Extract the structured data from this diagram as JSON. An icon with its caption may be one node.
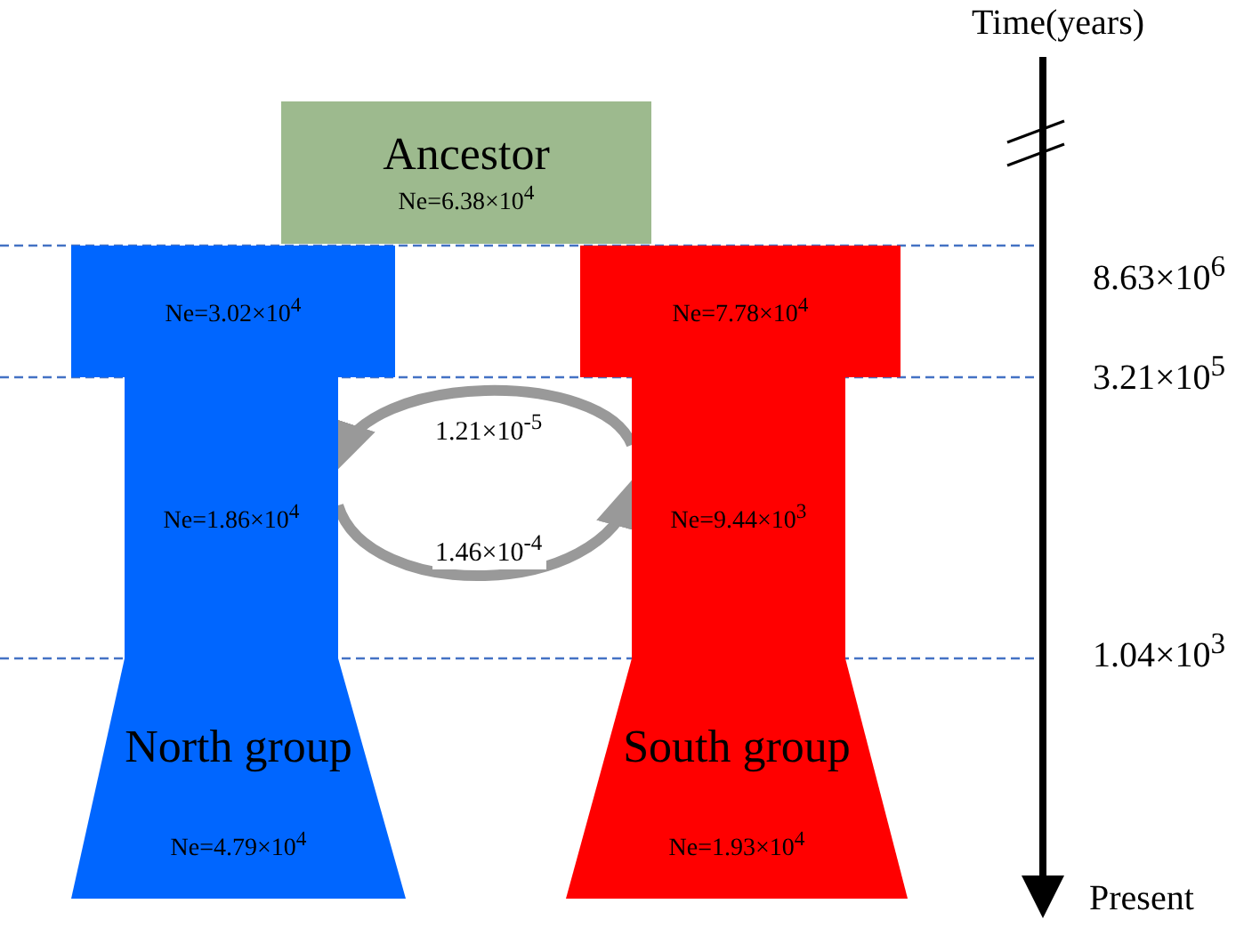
{
  "diagram": {
    "nodes": [
      {
        "text": [
          "Ancestor",
          "Ne=6.38×10$^{4}$"
        ]
      },
      {
        "text": [
          "Ne=3.02×10$^{4}$"
        ]
      },
      {
        "text": [
          "Ne=7.78×10$^{4}$"
        ]
      },
      {
        "text": [
          "Ne=1.86×10$^{4}$"
        ]
      },
      {
        "text": [
          "Ne=9.44×10$^{3}$"
        ]
      },
      {
        "text": [
          "North group",
          "Ne=4.79×10$^{4}$"
        ]
      },
      {
        "text": [
          "South group",
          "Ne=1.93×10$^{4}$"
        ]
      }
    ],
    "edges": [
      {
        "from": 4,
        "to": 3,
        "arrow": "to",
        "label": "1.21×10$^{-5}$"
      },
      {
        "from": 3,
        "to": 4,
        "arrow": "to",
        "label": "1.46×10$^{-4}$"
      }
    ],
    "labels": [
      "Time(years)",
      "8.63×10$^{6}$",
      "3.21×10$^{5}$",
      "1.04×10$^{3}$",
      "Present"
    ]
  }
}
